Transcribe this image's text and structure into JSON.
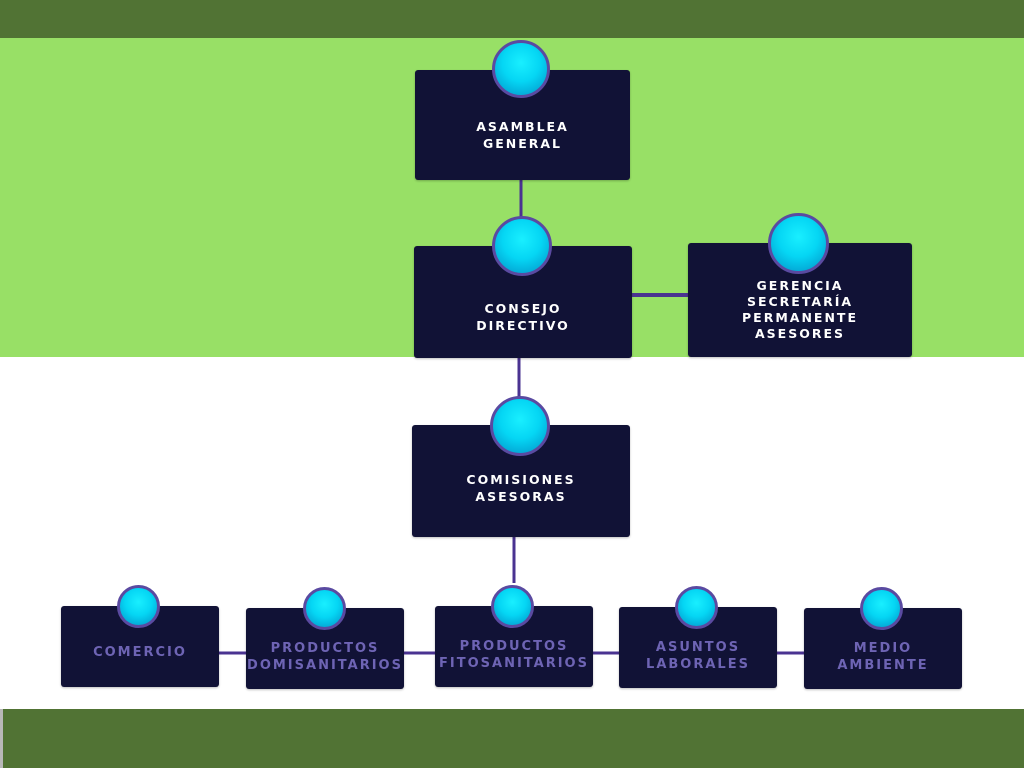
{
  "chart": {
    "nodes": [
      {
        "id": "asamblea",
        "label": "ASAMBLEA\nGENERAL",
        "icon": "circle-badge-icon"
      },
      {
        "id": "consejo",
        "label": "CONSEJO\nDIRECTIVO",
        "icon": "circle-badge-icon"
      },
      {
        "id": "gerencia",
        "label": "GERENCIA\nSECRETARÍA PERMANENTE\nASESORES",
        "icon": "circle-badge-icon"
      },
      {
        "id": "comisiones",
        "label": "COMISIONES\nASESORAS",
        "icon": "circle-badge-icon"
      },
      {
        "id": "comercio",
        "label": "COMERCIO",
        "icon": "circle-badge-icon"
      },
      {
        "id": "domisanitarios",
        "label": "PRODUCTOS\nDOMISANITARIOS",
        "icon": "circle-badge-icon"
      },
      {
        "id": "fitosanitarios",
        "label": "PRODUCTOS\nFITOSANITARIOS",
        "icon": "circle-badge-icon"
      },
      {
        "id": "laborales",
        "label": "ASUNTOS\nLABORALES",
        "icon": "circle-badge-icon"
      },
      {
        "id": "ambiente",
        "label": "MEDIO\nAMBIENTE",
        "icon": "circle-badge-icon"
      }
    ],
    "edges": [
      [
        "asamblea",
        "consejo"
      ],
      [
        "consejo",
        "gerencia"
      ],
      [
        "consejo",
        "comisiones"
      ],
      [
        "comisiones",
        "fitosanitarios"
      ],
      [
        "comercio",
        "domisanitarios"
      ],
      [
        "domisanitarios",
        "fitosanitarios"
      ],
      [
        "fitosanitarios",
        "laborales"
      ],
      [
        "laborales",
        "ambiente"
      ]
    ]
  },
  "colors": {
    "band_dark_green": "#517334",
    "band_light_green": "#98e066",
    "node_fill": "#111236",
    "node_text": "#ffffff",
    "leaf_text": "#6e64b4",
    "connector": "#4a3391",
    "badge_fill": "#05d6f4",
    "badge_ring": "#5a4aa1"
  }
}
